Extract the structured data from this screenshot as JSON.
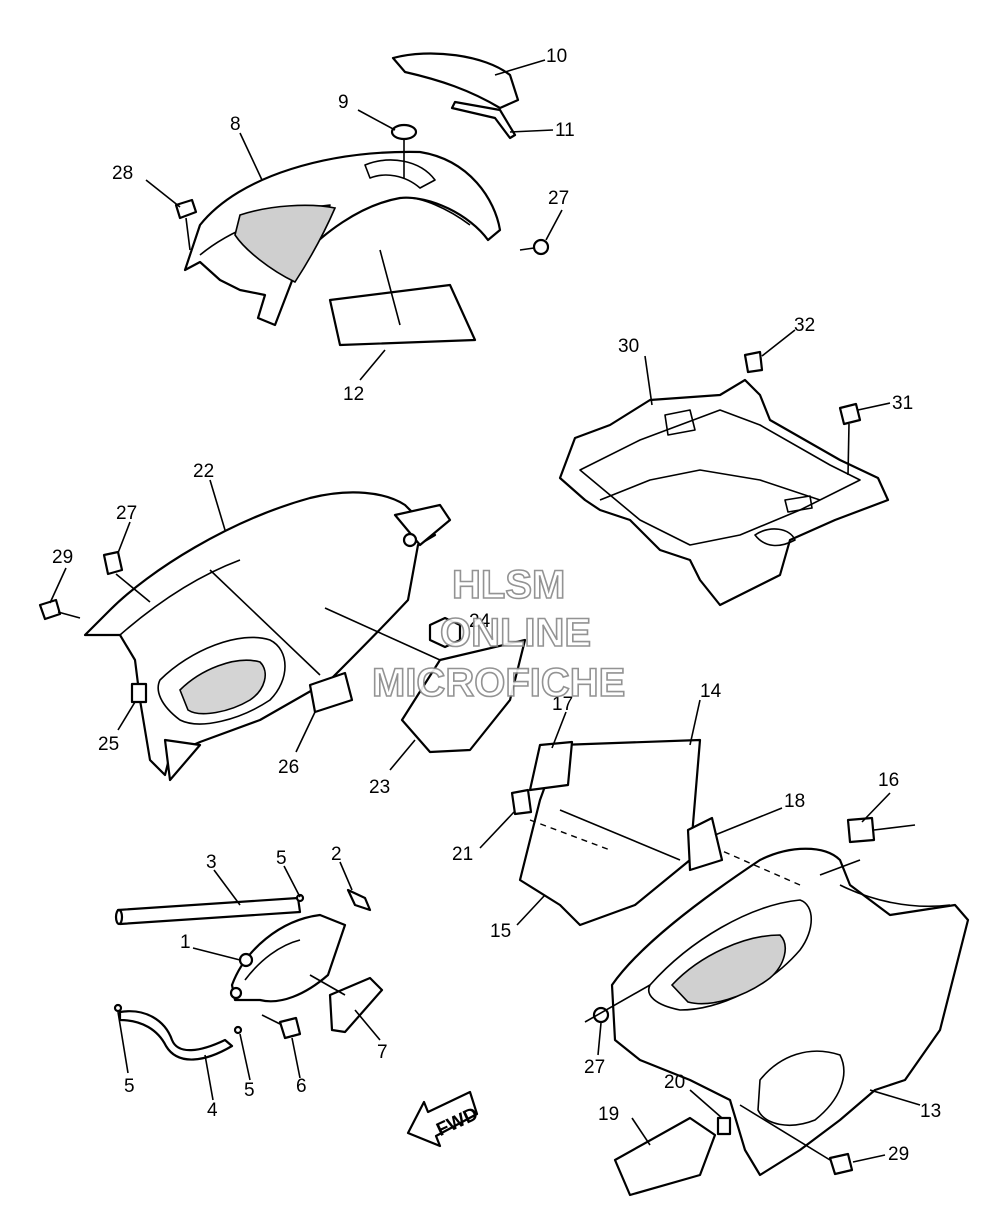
{
  "callouts": [
    "1",
    "2",
    "3",
    "4",
    "5",
    "5",
    "5",
    "6",
    "7",
    "8",
    "9",
    "10",
    "11",
    "12",
    "13",
    "14",
    "15",
    "16",
    "17",
    "18",
    "19",
    "20",
    "21",
    "22",
    "23",
    "24",
    "25",
    "26",
    "27",
    "27",
    "27",
    "28",
    "29",
    "29",
    "30",
    "31",
    "32"
  ],
  "direction_arrow": "FWD",
  "watermark": {
    "line1": "HLSM",
    "line2": "ONLINE",
    "line3": "MICROFICHE"
  }
}
